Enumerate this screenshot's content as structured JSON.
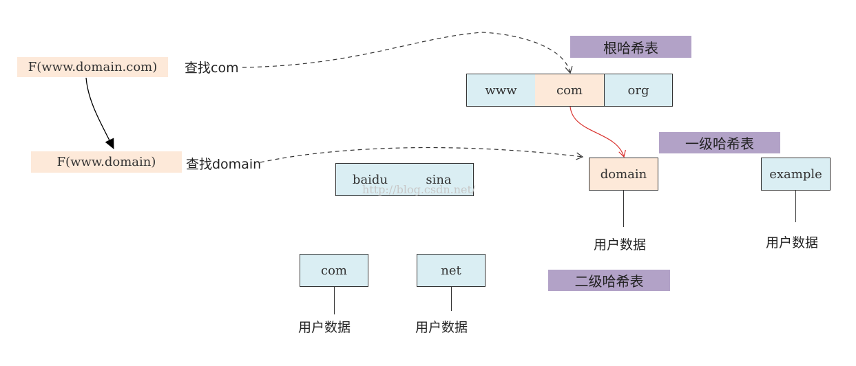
{
  "formula": {
    "f1": "F(www.domain.com)",
    "f2": "F(www.domain)"
  },
  "lookups": {
    "find_com": "查找com",
    "find_domain": "查找domain"
  },
  "tables": {
    "root_label": "根哈希表",
    "level1_label": "一级哈希表",
    "level2_label": "二级哈希表"
  },
  "root_table": {
    "cells": [
      "www",
      "com",
      "org"
    ]
  },
  "level1_nodes": {
    "domain": "domain",
    "example": "example"
  },
  "level2_table": {
    "cells": [
      "baidu",
      "sina"
    ]
  },
  "level2_nodes": {
    "com": "com",
    "net": "net"
  },
  "user_data": {
    "label": "用户数据"
  },
  "watermark": "http://blog.csdn.net/",
  "colors": {
    "blue_fill": "#daeef3",
    "peach_fill": "#fde9d9",
    "purple_fill": "#b2a2c7",
    "red_edge": "#d9302c"
  }
}
